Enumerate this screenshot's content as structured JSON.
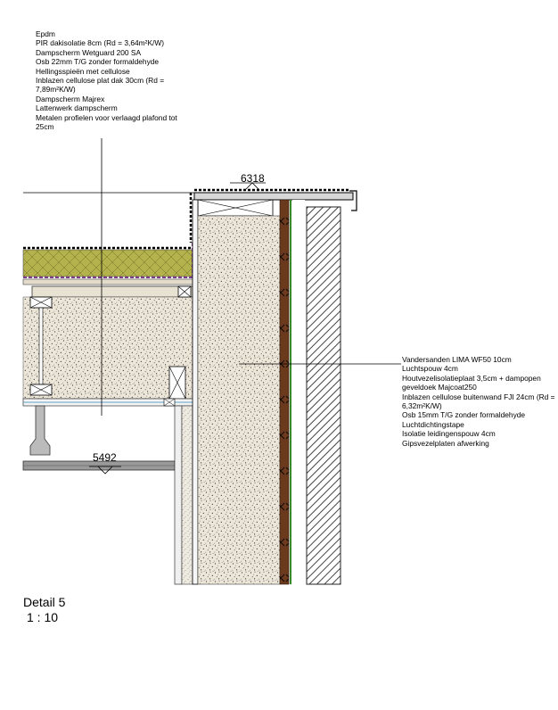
{
  "roof_layers": [
    "Epdm",
    "PIR dakisolatie 8cm (Rd = 3,64m²K/W)",
    "Dampscherm Wetguard 200 SA",
    "Osb 22mm T/G zonder formaldehyde",
    "Hellingsspieën met cellulose",
    "Inblazen cellulose plat dak 30cm (Rd = 7,89m²K/W)",
    "Dampscherm Majrex",
    "Lattenwerk dampscherm",
    "Metalen profielen voor verlaagd plafond tot 25cm"
  ],
  "wall_layers": [
    "Vandersanden LIMA WF50 10cm",
    "Luchtspouw 4cm",
    "Houtvezelisolatieplaat 3,5cm + dampopen geveldoek Majcoat250",
    "Inblazen cellulose buitenwand FJI 24cm (Rd = 6,32m²K/W)",
    "Osb 15mm T/G zonder formaldehyde",
    "Luchtdichtingstape",
    "Isolatie leidingenspouw 4cm",
    "Gipsvezelplaten afwerking"
  ],
  "dimensions": {
    "top_level": "6318",
    "ceiling_level": "5492"
  },
  "detail": {
    "name": "Detail 5",
    "scale": "1 : 10"
  },
  "colors": {
    "pir_insulation": "#b4b24c",
    "cellulose": "#e8e2d4",
    "vapour_barrier": "#7a3d8c",
    "wood_fibre_board": "#6b3a1c",
    "membrane_green": "#3a8a2a",
    "brick_hatch": "#555555"
  }
}
